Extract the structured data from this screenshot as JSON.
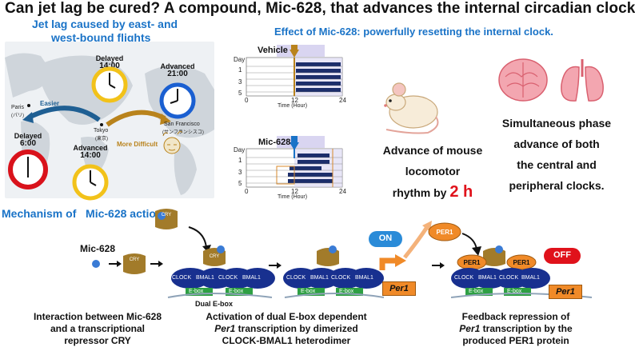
{
  "title": "Can jet lag be cured? A compound, Mic-628, that advances the internal circadian clock",
  "map_panel": {
    "heading_line1": "Jet lag caused by east- and",
    "heading_line2": "west-bound flights",
    "clocks": {
      "delayed_top": {
        "status": "Delayed",
        "time": "14:00",
        "color": "#f2c21a"
      },
      "advanced_right": {
        "status": "Advanced",
        "time": "21:00",
        "color": "#1a5fd1"
      },
      "delayed_left": {
        "status": "Delayed",
        "time": "6:00",
        "color": "#d9121b"
      },
      "advanced_bottom": {
        "status": "Advanced",
        "time": "14:00",
        "color": "#f2c21a"
      }
    },
    "paris": "Paris",
    "paris_jp": "(パリ)",
    "tokyo": "Tokyo",
    "tokyo_jp": "(東京)",
    "sf": "San Francisco",
    "sf_jp": "(サンフランシスコ)",
    "easier": "Easier",
    "more_difficult": "More Difficult"
  },
  "effect_panel": {
    "heading": "Effect of Mic-628: powerfully resetting the internal clock.",
    "vehicle_label": "Vehicle",
    "mic_label": "Mic-628",
    "day_label": "Day",
    "day_ticks": [
      "1",
      "3",
      "5"
    ],
    "time_ticks": [
      "0",
      "12",
      "24"
    ],
    "time_axis": "Time (Hour)",
    "advance_line1": "Advance of mouse",
    "advance_line2": "locomotor",
    "advance_line3_prefix": "rhythm by ",
    "advance_value": "2 h",
    "simul_line1": "Simultaneous phase",
    "simul_line2": "advance of both",
    "simul_line3": "the central and",
    "simul_line4": "peripheral clocks."
  },
  "mechanism": {
    "heading_prefix": "Mechanism of",
    "heading_compound": "Mic-628 action",
    "mic_label": "Mic-628",
    "cry": "CRY",
    "clock": "CLOCK",
    "bmal1": "BMAL1",
    "ebox": "E-box",
    "dual_ebox": "Dual E-box",
    "per1_gene": "Per1",
    "per1_protein": "PER1",
    "on": "ON",
    "off": "OFF",
    "cap1_line1": "Interaction between Mic-628",
    "cap1_line2": "and a transcriptional",
    "cap1_line3": "repressor CRY",
    "cap2_line1": "Activation of dual E-box dependent",
    "cap2_line2_gene": "Per1",
    "cap2_line2_rest": " transcription by dimerized",
    "cap2_line3": "CLOCK-BMAL1 heterodimer",
    "cap3_line1": "Feedback repression of",
    "cap3_line2_gene": "Per1",
    "cap3_line2_rest": " transcription by the",
    "cap3_line3": "produced PER1 protein"
  }
}
